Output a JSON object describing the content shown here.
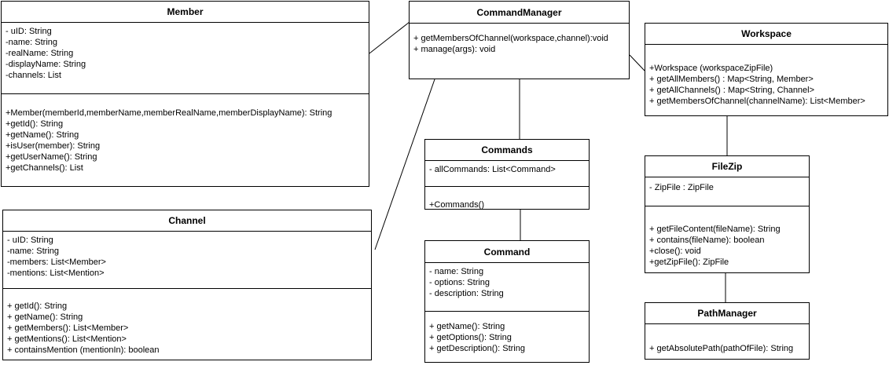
{
  "classes": {
    "member": {
      "name": "Member",
      "attributes": [
        "- uID: String",
        "-name: String",
        "-realName: String",
        "-displayName: String",
        "-channels: List"
      ],
      "methods": [
        "+Member(memberId,memberName,memberRealName,memberDisplayName): String",
        "+getId(): String",
        "+getName(): String",
        "+isUser(member): String",
        "+getUserName(): String",
        "+getChannels(): List"
      ]
    },
    "command_manager": {
      "name": "CommandManager",
      "attributes": [],
      "methods": [
        "+ getMembersOfChannel(workspace,channel):void",
        "+ manage(args): void"
      ]
    },
    "workspace": {
      "name": "Workspace",
      "attributes": [],
      "methods": [
        "+Workspace (workspaceZipFile)",
        "+ getAllMembers() : Map<String, Member>",
        "+ getAllChannels() : Map<String, Channel>",
        "+ getMembersOfChannel(channelName): List<Member>"
      ]
    },
    "commands": {
      "name": "Commands",
      "attributes": [
        "- allCommands: List<Command>"
      ],
      "methods": [
        "+Commands()"
      ]
    },
    "channel": {
      "name": "Channel",
      "attributes": [
        "- uID: String",
        "-name: String",
        "-members: List<Member>",
        "-mentions: List<Mention>"
      ],
      "methods": [
        "+ getId(): String",
        "+ getName(): String",
        "+ getMembers(): List<Member>",
        "+ getMentions(): List<Mention>",
        "+ containsMention (mentionIn): boolean"
      ]
    },
    "file_zip": {
      "name": "FileZip",
      "attributes": [
        "- ZipFile : ZipFile"
      ],
      "methods": [
        "+ getFileContent(fileName): String",
        "+ contains(fileName): boolean",
        "+close(): void",
        "+getZipFile(): ZipFile"
      ]
    },
    "command": {
      "name": "Command",
      "attributes": [
        "- name: String",
        "- options: String",
        "- description: String"
      ],
      "methods": [
        "+ getName(): String",
        "+ getOptions(): String",
        "+ getDescription(): String"
      ]
    },
    "path_manager": {
      "name": "PathManager",
      "attributes": [],
      "methods": [
        "+ getAbsolutePath(pathOfFile): String"
      ]
    }
  }
}
